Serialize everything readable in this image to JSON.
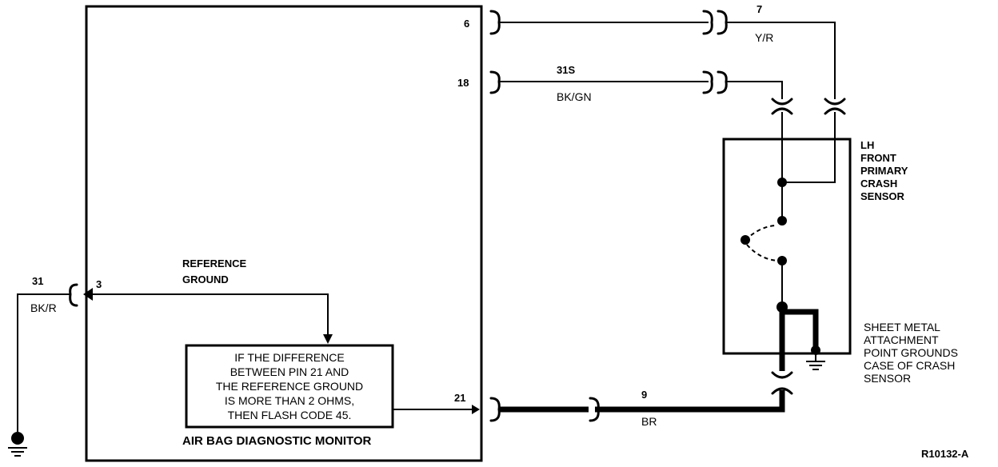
{
  "monitor": {
    "label": "AIR BAG DIAGNOSTIC MONITOR",
    "pins": {
      "p6": "6",
      "p18": "18",
      "p3": "3",
      "p21": "21"
    },
    "reference_ground": [
      "REFERENCE",
      "GROUND"
    ],
    "note_lines": [
      "IF THE DIFFERENCE",
      "BETWEEN PIN 21 AND",
      "THE REFERENCE GROUND",
      "IS MORE THAN 2 OHMS,",
      "THEN FLASH CODE 45."
    ]
  },
  "wires": {
    "w7": {
      "circuit": "7",
      "color": "Y/R"
    },
    "w31s": {
      "circuit": "31S",
      "color": "BK/GN"
    },
    "w31": {
      "circuit": "31",
      "color": "BK/R"
    },
    "w9": {
      "circuit": "9",
      "color": "BR"
    }
  },
  "sensor": {
    "label_lines": [
      "LH",
      "FRONT",
      "PRIMARY",
      "CRASH",
      "SENSOR"
    ]
  },
  "ground_note_lines": [
    "SHEET METAL",
    "ATTACHMENT",
    "POINT GROUNDS",
    "CASE OF CRASH",
    "SENSOR"
  ],
  "figure_id": "R10132-A"
}
